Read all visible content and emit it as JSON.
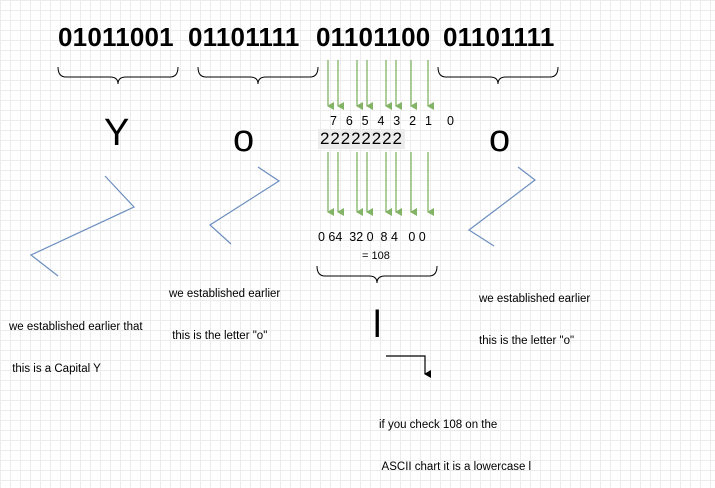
{
  "bytes": [
    {
      "bits": "01011001",
      "letter": "Y",
      "note_lines": [
        "we established earlier that",
        " this is a Capital Y"
      ]
    },
    {
      "bits": "01101111",
      "letter": "o",
      "note_lines": [
        "we established earlier",
        " this is the letter \"o\""
      ]
    },
    {
      "bits": "01101100",
      "letter": "l"
    },
    {
      "bits": "01101111",
      "letter": "o",
      "note_lines": [
        "we established earlier",
        "this is the letter \"o\""
      ]
    }
  ],
  "powers": {
    "exponents": "7 6 5 4 3 2 1  0",
    "bases": "22222222",
    "values": "0 64  32 0  8 4   0 0",
    "sum": "= 108"
  },
  "ascii_note_lines": [
    "if you check 108 on the",
    " ASCII chart it is a lowercase l"
  ],
  "colors": {
    "arrow_green": "#82b366",
    "zigzag_blue": "#6c8ebf",
    "grid": "#ececec"
  }
}
